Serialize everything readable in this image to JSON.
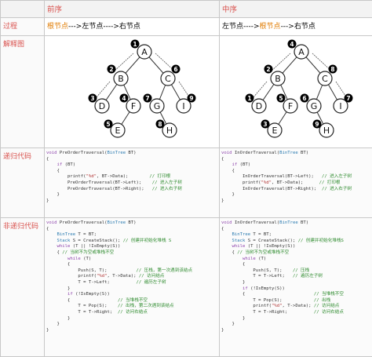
{
  "header": {
    "col1": "前序",
    "col2": "中序"
  },
  "rows": {
    "process": "过程",
    "diagram": "解释图",
    "recursive": "递归代码",
    "nonrecursive": "非递归代码"
  },
  "process": {
    "pre": {
      "a": "根节点",
      "sep1": "--->",
      "b": "左节点",
      "sep2": "---->",
      "c": "右节点"
    },
    "in": {
      "a": "左节点",
      "sep1": "---->",
      "b": "根节点",
      "sep2": "--->",
      "c": "右节点"
    }
  },
  "tree": {
    "nodes": [
      "A",
      "B",
      "C",
      "D",
      "F",
      "G",
      "I",
      "E",
      "H"
    ],
    "pre_order": [
      "1",
      "2",
      "6",
      "3",
      "4",
      "7",
      "9",
      "5",
      "8"
    ],
    "in_order": [
      "4",
      "2",
      "8",
      "1",
      "5",
      "6",
      "7",
      "3",
      "9"
    ]
  },
  "code": {
    "pre_rec": [
      "void PreOrderTraversal(BinTree BT)",
      "{",
      "    if (BT)",
      "    {",
      "        printf(\"%d\", BT->Data);        // 打印根",
      "        PreOrderTraversal(BT->Left);    // 进入左子树",
      "        PreOrderTraversal(BT->Right);   // 进入右子树",
      "    }",
      "}"
    ],
    "in_rec": [
      "void InOrderTraversal(BinTree BT)",
      "{",
      "    if (BT)",
      "    {",
      "        InOrderTraversal(BT->Left);   // 进入左子树",
      "        printf(\"%d\", BT->Data);      // 打印根",
      "        InOrderTraversal(BT->Right);  // 进入右子树",
      "    }",
      "}"
    ],
    "pre_nonrec": [
      "void PreOrderTraversal(BinTree BT)",
      "{",
      "    BinTree T = BT;",
      "    Stack S = CreateStack(); // 创建并初始化堆栈 S",
      "    while (T || !IsEmpty(S))",
      "    { // 当树不为空或堆栈不空",
      "        while (T)",
      "        {",
      "            Push(S, T);           // 压栈，第一次遇到该结点",
      "            printf(\"%d\", T->Data); // 访问结点",
      "            T = T->Left;          // 遍历左子树",
      "        }",
      "        if (!IsEmpty(S))",
      "        {                  // 当堆栈不空",
      "            T = Pop(S);    // 出栈，第二次遇到该结点",
      "            T = T->Right;  // 访问右结点",
      "        }",
      "    }",
      "}"
    ],
    "in_nonrec": [
      "void InOrderTraversal(BinTree BT)",
      "{",
      "    BinTree T = BT;",
      "    Stack S = CreateStack(); // 创建并初始化堆栈S",
      "    while (T || !IsEmpty(S))",
      "    { // 当树不为空或堆栈不空",
      "        while (T)",
      "        {",
      "            Push(S, T);    // 压栈",
      "            T = T->Left;   // 遍历左子树",
      "        }",
      "        if (!IsEmpty(S))",
      "        {                          // 当堆栈不空",
      "            T = Pop(S);            // 出栈",
      "            printf(\"%d\", T->Data); // 访问结点",
      "            T = T->Right;          // 访问右结点",
      "        }",
      "    }",
      "}"
    ]
  },
  "colors": {
    "accent": "#d9534f",
    "highlight": "#e07b00",
    "badge": "#000000"
  }
}
